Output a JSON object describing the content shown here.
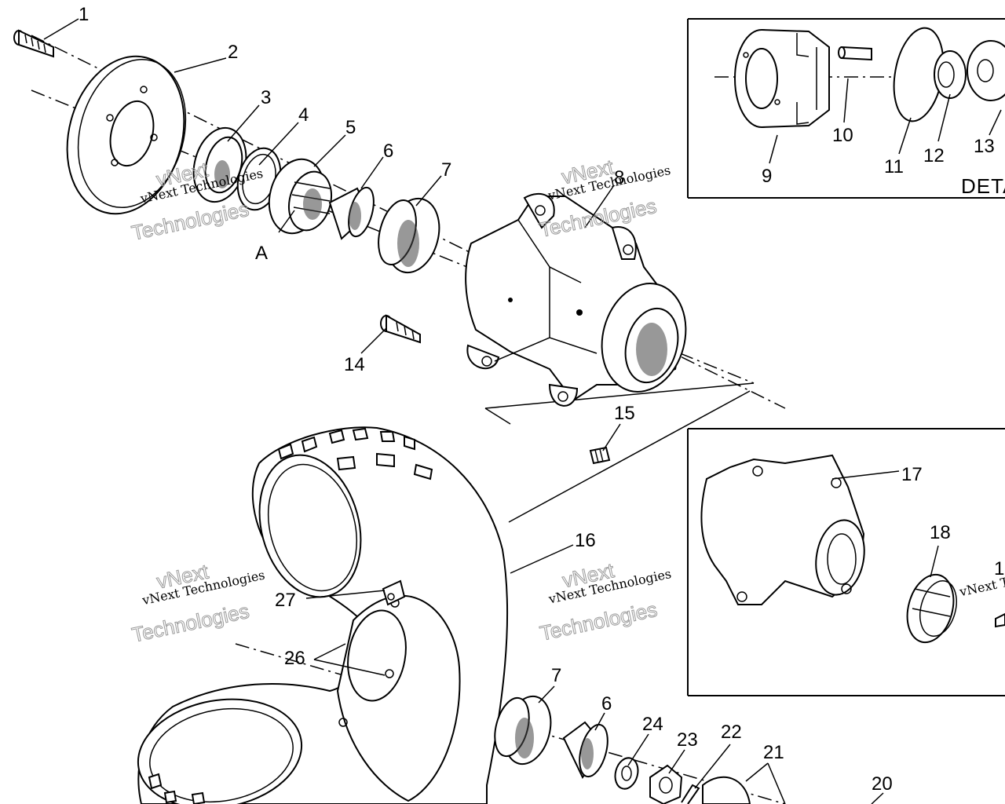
{
  "labels": {
    "l1": "1",
    "l2": "2",
    "l3": "3",
    "l4": "4",
    "l5": "5",
    "l6": "6",
    "l7": "7",
    "l8": "8",
    "l9": "9",
    "l10": "10",
    "l11": "11",
    "l12": "12",
    "l13": "13",
    "l14": "14",
    "l15": "15",
    "l16": "16",
    "l17": "17",
    "l18": "18",
    "l19": "1",
    "l20": "20",
    "l21": "21",
    "l22": "22",
    "l23": "23",
    "l24": "24",
    "l26": "26",
    "l27": "27",
    "l6b": "6",
    "l7b": "7",
    "lA": "A"
  },
  "detail_heading": "DETA",
  "watermark": {
    "brand": "vNext",
    "company": "vNext Technologies",
    "outline": "Technologies",
    "partial": "vNext Te"
  },
  "colors": {
    "ink": "#000000",
    "paper": "#ffffff",
    "watermark": "#9a9a9a"
  }
}
